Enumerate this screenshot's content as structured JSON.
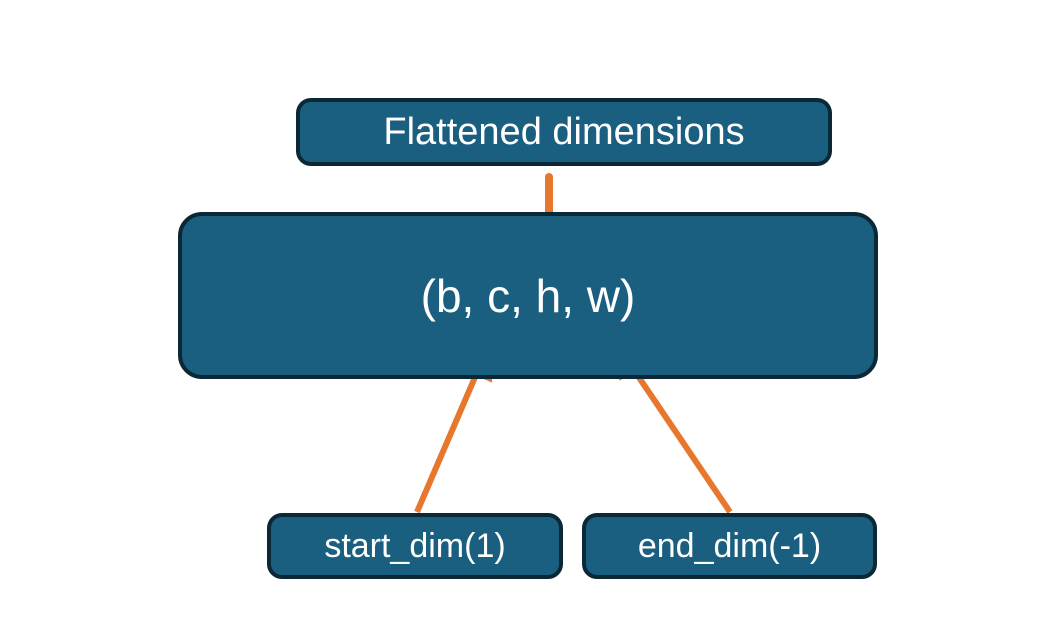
{
  "diagram": {
    "title_box": {
      "label": "Flattened dimensions"
    },
    "tensor_box": {
      "label": "(b, c, h, w)"
    },
    "start_box": {
      "label": "start_dim(1)"
    },
    "end_box": {
      "label": "end_dim(-1)"
    },
    "relations": {
      "brace": "groups dimensions c, h, w of (b, c, h, w) under Flattened dimensions",
      "start_arrow": "start_dim(1) points to dimension c",
      "end_arrow": "end_dim(-1) points to dimension w"
    }
  },
  "colors": {
    "accent": "#E8772E",
    "box-fill": "#1B5F80",
    "box-border": "#0B2836",
    "box-text": "#FFFFFF",
    "background": "#FFFFFF"
  }
}
